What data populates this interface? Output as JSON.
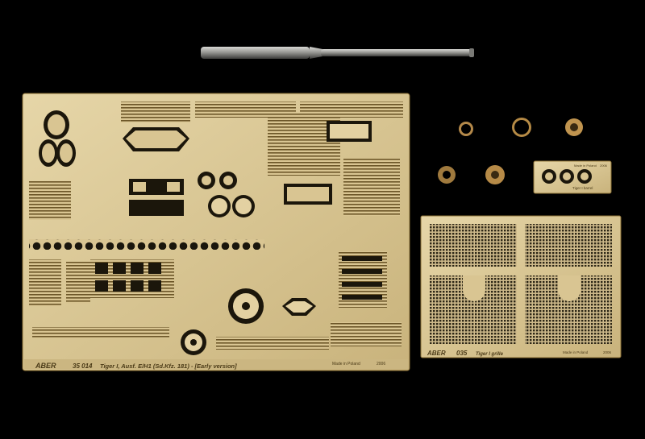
{
  "main_fret": {
    "brand": "ABER",
    "code": "35 014",
    "title": "Tiger I, Ausf. E/H1 (Sd.Kfz. 181) - [Early version]",
    "made_in": "Made in Poland",
    "year": "2006"
  },
  "small_fret": {
    "made_in": "Made in Poland",
    "year": "2006",
    "caption": "Tiger I barrel"
  },
  "grille_fret": {
    "brand": "ABER",
    "code": "035",
    "tag": "Tiger I grille",
    "made_in": "Made in Poland",
    "year": "2006"
  },
  "colors": {
    "background": "#000000",
    "brass": "#d9c592",
    "brass_dark": "#8a6f35",
    "mesh": "#3a3320",
    "barrel": "#8a8a86"
  }
}
